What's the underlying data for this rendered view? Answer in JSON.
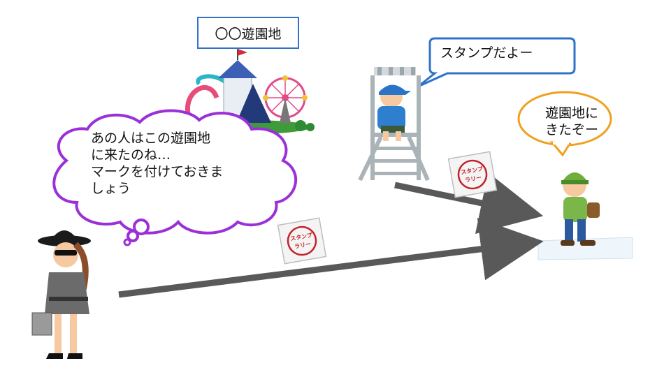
{
  "park_label": "〇〇遊園地",
  "thought_bubble": {
    "lines": [
      "あの人はこの遊園地",
      "に来たのね…",
      "マークを付けておきま",
      "しょう"
    ]
  },
  "staff_bubble": {
    "text": "スタンプだよー"
  },
  "kid_bubble": {
    "lines": [
      "遊園地に",
      "きたぞー"
    ]
  },
  "stamp_cards": [
    {
      "line1": "スタンプ",
      "line2": "ラリー"
    },
    {
      "line1": "スタンプ",
      "line2": "ラリー"
    }
  ],
  "colors": {
    "thought_border": "#9b30d8",
    "staff_bubble_border": "#2f73c9",
    "kid_bubble_border": "#f0a020",
    "park_label_border": "#2f73c9",
    "arrow": "#595959",
    "stamp_red": "#c4222a"
  },
  "icons": [
    "amusement-park-icon",
    "lifeguard-staff-icon",
    "child-hiker-icon",
    "spy-woman-icon",
    "stamp-card-icon",
    "arrow-icon"
  ]
}
